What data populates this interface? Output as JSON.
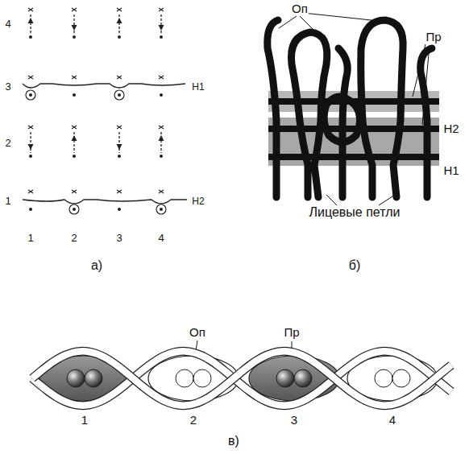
{
  "diagram": {
    "labels": [
      "4",
      "3",
      "2",
      "1",
      "Н1",
      "Н2",
      "1",
      "2",
      "3",
      "4",
      "а)",
      "Оп",
      "Пр",
      "Н2",
      "Н1",
      "Лицевые петли",
      "б)",
      "Оп",
      "Пр",
      "1",
      "2",
      "3",
      "4",
      "в)"
    ]
  }
}
